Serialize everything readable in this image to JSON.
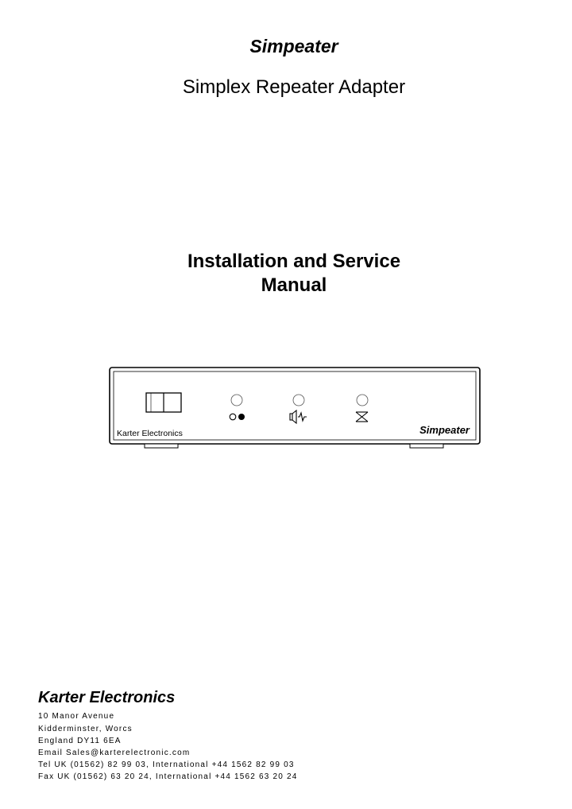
{
  "header": {
    "product_name": "Simpeater",
    "subtitle": "Simplex Repeater Adapter"
  },
  "manual": {
    "title_line1": "Installation and Service",
    "title_line2": "Manual"
  },
  "device": {
    "brand_label": "Karter Electronics",
    "model_label": "Simpeater",
    "indicator_icons": [
      "toggle-indicator-icon",
      "speaker-signal-icon",
      "muted-channel-icon"
    ]
  },
  "company": {
    "name": "Karter Electronics",
    "address_lines": [
      "10 Manor Avenue",
      "Kidderminster, Worcs",
      "England DY11 6EA",
      "Email Sales@karterelectronic.com",
      "Tel UK (01562) 82 99 03, International +44 1562 82 99 03",
      "Fax UK (01562) 63 20 24, International +44 1562 63 20 24"
    ]
  }
}
